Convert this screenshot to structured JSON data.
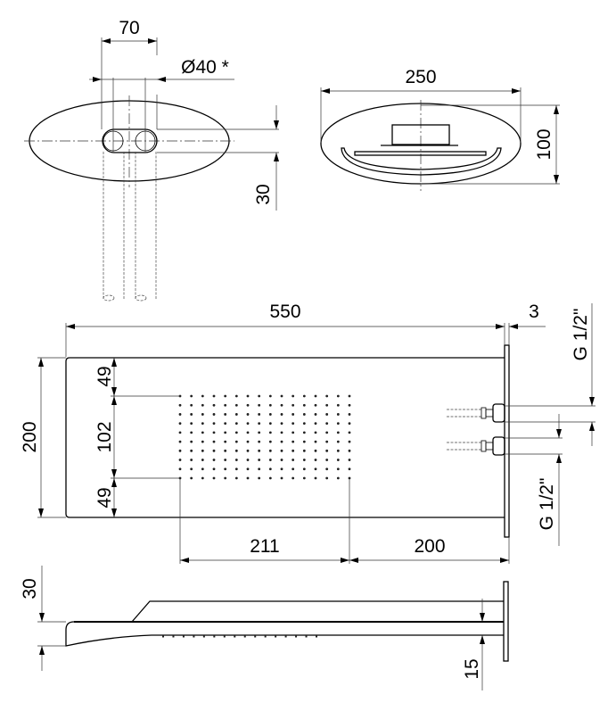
{
  "top_left_view": {
    "width_dim": "70",
    "diameter_dim": "Ø40 *",
    "depth_dim": "30"
  },
  "top_right_view": {
    "width_dim": "250",
    "height_dim": "100"
  },
  "front_view": {
    "length_dim": "550",
    "plate_dim": "3",
    "height_dim": "200",
    "top_margin_dim": "49",
    "nozzle_height_dim": "102",
    "bottom_margin_dim": "49",
    "nozzle_width_dim": "211",
    "nozzle_offset_dim": "200",
    "upper_thread_dim": "G 1/2\"",
    "lower_thread_dim": "G 1/2\"",
    "nozzle_grid": {
      "columns": 16,
      "rows": 10
    }
  },
  "side_view": {
    "thickness_dim": "30",
    "plate_offset_dim": "15",
    "nozzle_count": 16
  }
}
